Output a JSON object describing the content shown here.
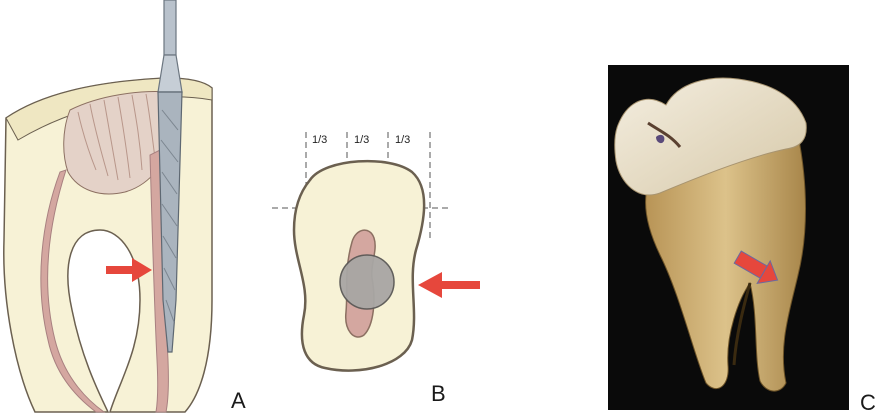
{
  "panels": [
    {
      "letter": "A",
      "subject": "root canal longitudinal section with endodontic file"
    },
    {
      "letter": "B",
      "subject": "root cross-section",
      "thirds": [
        "1/3",
        "1/3",
        "1/3"
      ]
    },
    {
      "letter": "C",
      "subject": "photograph of extracted molar"
    }
  ],
  "colors": {
    "dentin": "#f7f2d6",
    "dentin_outline": "#6b6050",
    "pulp": "#d4a7a0",
    "pulp_dark": "#a88080",
    "file_metal": "#b9c2cc",
    "file_dark": "#6c7680",
    "arrow": "#e6473c",
    "overlay_circle": "#a8a6a4",
    "photo_bg": "#0a0a0a",
    "tooth_enamel": "#e8dfc8",
    "tooth_root": "#c8a870"
  },
  "icons": [
    "red-arrow-icon"
  ]
}
